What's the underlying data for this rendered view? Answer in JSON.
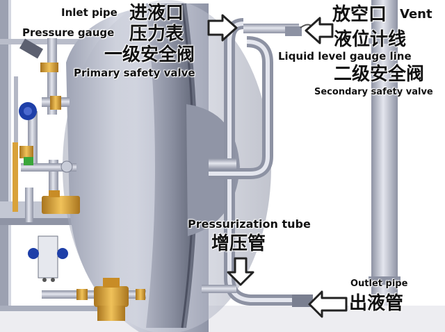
{
  "labels": {
    "inlet_pipe_en": "Inlet pipe",
    "inlet_pipe_zh": "进液口",
    "pressure_gauge_en": "Pressure gauge",
    "pressure_gauge_zh": "压力表",
    "primary_valve_zh": "一级安全阀",
    "primary_valve_en": "Primary safety valve",
    "vent_zh": "放空口",
    "vent_en": "Vent",
    "level_gauge_zh": "液位计线",
    "level_gauge_en": "Liquid level gauge line",
    "secondary_valve_zh": "二级安全阀",
    "secondary_valve_en": "Secondary safety valve",
    "pressurization_en": "Pressurization tube",
    "pressurization_zh": "增压管",
    "outlet_en": "Outlet pipe",
    "outlet_zh": "出液管"
  },
  "colors": {
    "tank_body": "#b9bdcc",
    "tank_dark": "#6e7383",
    "end_cap": "#8d92a3",
    "pipe": "#c4c7d4",
    "brass": "#d9a23a",
    "blue_valve": "#1e3fa8",
    "frame": "#aeb3c2",
    "arrow_fill": "#ffffff",
    "arrow_stroke": "#222222"
  }
}
